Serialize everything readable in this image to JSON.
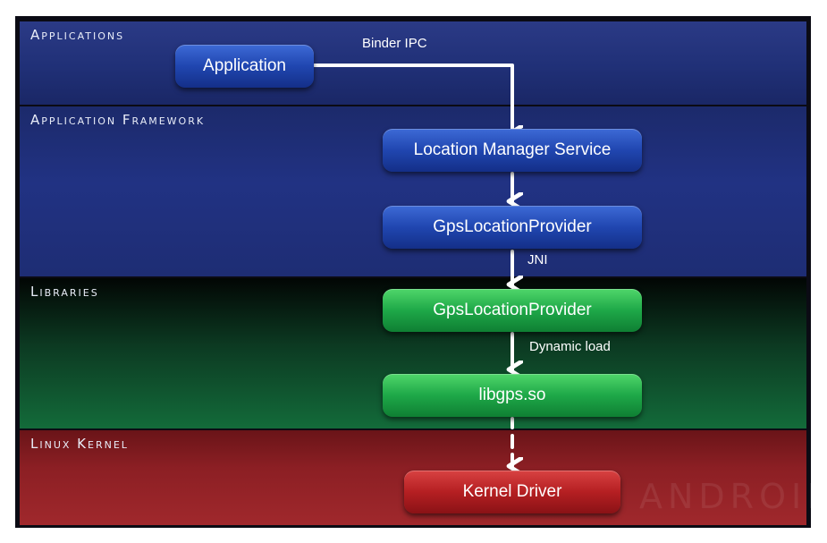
{
  "layers": {
    "applications": "Applications",
    "framework": "Application Framework",
    "libraries": "Libraries",
    "kernel": "Linux Kernel"
  },
  "nodes": {
    "application": "Application",
    "location_manager_service": "Location Manager Service",
    "gps_location_provider_framework": "GpsLocationProvider",
    "gps_location_provider_library": "GpsLocationProvider",
    "libgps": "libgps.so",
    "kernel_driver": "Kernel Driver"
  },
  "edges": {
    "binder_ipc": "Binder IPC",
    "jni": "JNI",
    "dynamic_load": "Dynamic load"
  },
  "watermark": "android",
  "colors": {
    "applications_layer": "#203077",
    "framework_layer": "#213283",
    "libraries_layer": "#136b3a",
    "kernel_layer": "#8c1f24",
    "blue_box": "#2046b0",
    "green_box": "#1ea848",
    "red_box": "#b51f22",
    "arrow": "#ffffff"
  }
}
